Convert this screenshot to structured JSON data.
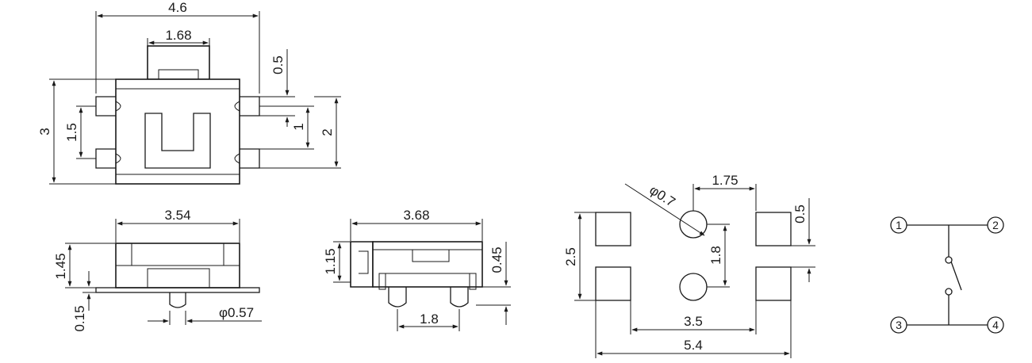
{
  "top_view": {
    "width": "4.6",
    "actuator_width": "1.68",
    "height": "3",
    "pin_spacing": "1.5",
    "terminal_offset": "0.5",
    "terminal_width": "1",
    "terminal_span": "2"
  },
  "front_view": {
    "width": "3.54",
    "height": "1.45",
    "standoff": "0.15",
    "peg_diameter": "φ0.57"
  },
  "side_view": {
    "width": "3.68",
    "height": "1.15",
    "step": "0.45",
    "peg_spacing": "1.8"
  },
  "footprint": {
    "hole_diameter": "φ0.7",
    "hole_offset": "1.75",
    "pad_gap": "0.5",
    "pad_height": "2.5",
    "hole_spacing": "1.8",
    "inner_span": "3.5",
    "outer_span": "5.4"
  },
  "schematic": {
    "pins": [
      "1",
      "2",
      "3",
      "4"
    ]
  }
}
